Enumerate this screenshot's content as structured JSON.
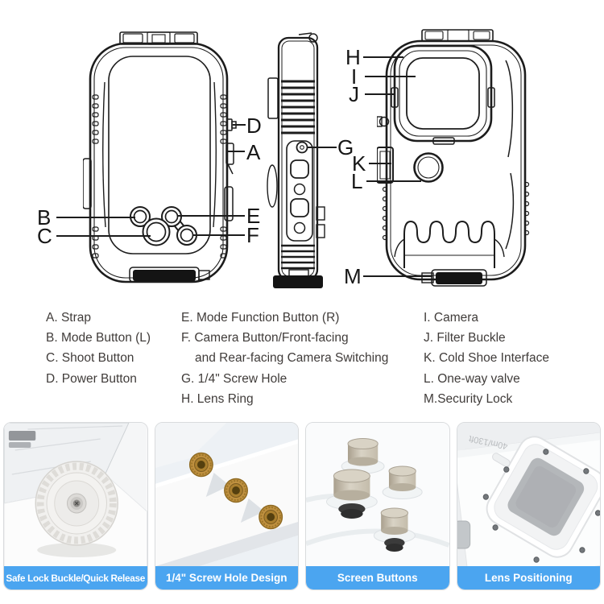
{
  "colors": {
    "accent_blue": "#4BA5F0",
    "line_art": "#1C1C1C",
    "legend_text": "#403C3A"
  },
  "diagram": {
    "callout_letters": [
      "A",
      "B",
      "C",
      "D",
      "E",
      "F",
      "G",
      "H",
      "I",
      "J",
      "K",
      "L",
      "M"
    ]
  },
  "legend": {
    "columns": [
      {
        "items": [
          "A. Strap",
          "B. Mode Button (L)",
          "C. Shoot Button",
          "D. Power Button"
        ]
      },
      {
        "items": [
          "E. Mode Function Button (R)",
          "F. Camera Button/Front-facing",
          "and Rear-facing Camera Switching",
          "G. 1/4\" Screw Hole",
          "H. Lens Ring"
        ]
      },
      {
        "items": [
          "I. Camera",
          "J. Filter Buckle",
          "K. Cold Shoe Interface",
          "L. One-way valve",
          "M.Security Lock"
        ]
      }
    ]
  },
  "panels": [
    {
      "caption": "Safe Lock Buckle/Quick Release"
    },
    {
      "caption": "1/4\"  Screw Hole Design"
    },
    {
      "caption": "Screen Buttons"
    },
    {
      "caption": "Lens Positioning",
      "overlay_text": "40m/130ft"
    }
  ]
}
